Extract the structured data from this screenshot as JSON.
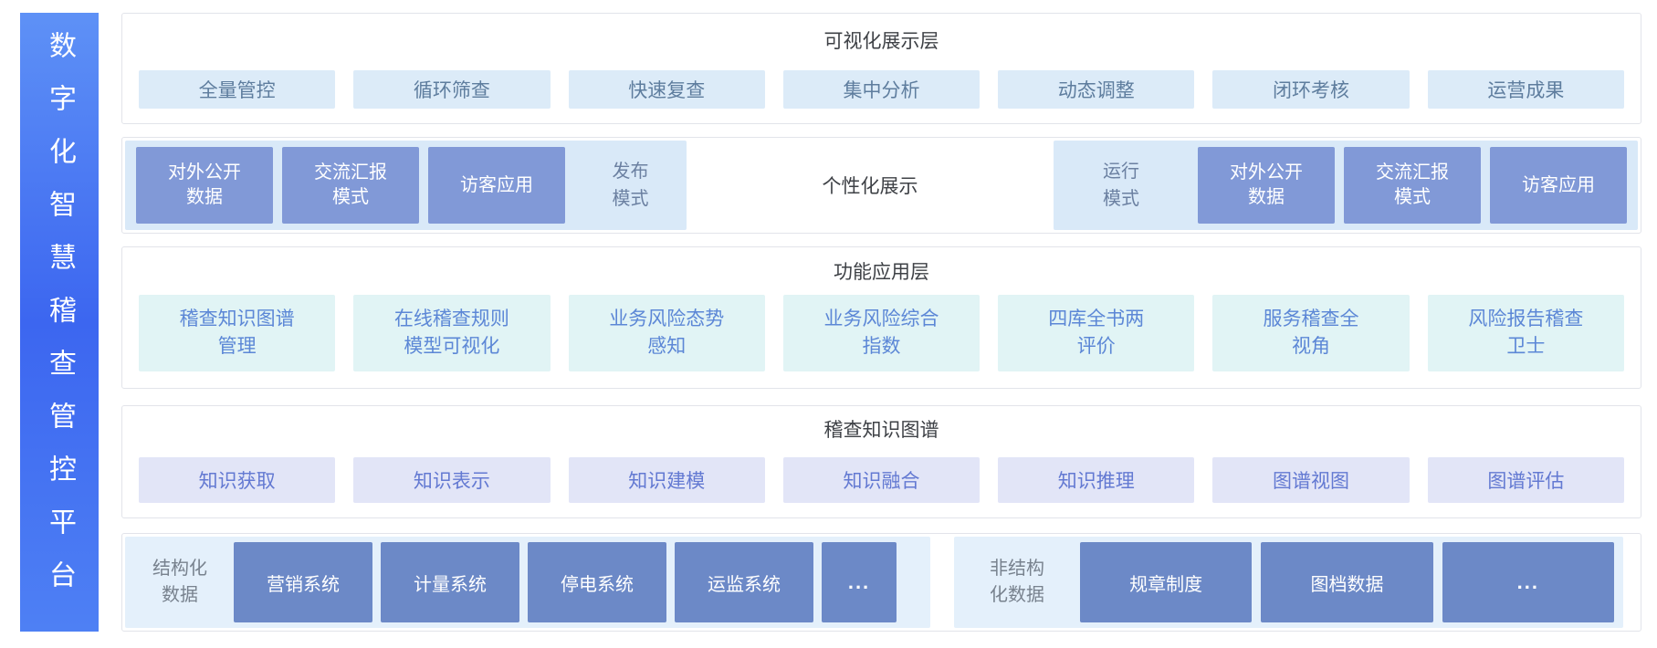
{
  "platform_title": "数字化智慧稽查管控平台",
  "colors": {
    "sidebar_gradient_top": "#5E91F6",
    "sidebar_gradient_bottom": "#4E80F4",
    "row_border": "#E2E4EA",
    "chip_blue_bg": "#DCEBF8",
    "chip_teal_bg": "#E1F4F5",
    "chip_lavender_bg": "#E2E5F7",
    "panel_blue_bg": "#D9E9F8",
    "panel_light_bg": "#E4F0FB",
    "dark_box_blue": "#8199D7",
    "dark_box_deep": "#6C89C7",
    "title_text": "#3E4146",
    "chip_text_blue": "#5C87D6"
  },
  "layers": {
    "visualization": {
      "title": "可视化展示层",
      "items": [
        "全量管控",
        "循环筛查",
        "快速复查",
        "集中分析",
        "动态调整",
        "闭环考核",
        "运营成果"
      ]
    },
    "display_modes": {
      "publish_group": {
        "label": "发布\n模式",
        "items": [
          "对外公开\n数据",
          "交流汇报\n模式",
          "访客应用"
        ]
      },
      "center_label": "个性化展示",
      "run_group": {
        "label": "运行\n模式",
        "items": [
          "对外公开\n数据",
          "交流汇报\n模式",
          "访客应用"
        ]
      }
    },
    "function_layer": {
      "title": "功能应用层",
      "items": [
        "稽查知识图谱\n管理",
        "在线稽查规则\n模型可视化",
        "业务风险态势\n感知",
        "业务风险综合\n指数",
        "四库全书两\n评价",
        "服务稽查全\n视角",
        "风险报告稽查\n卫士"
      ]
    },
    "knowledge_graph": {
      "title": "稽查知识图谱",
      "items": [
        "知识获取",
        "知识表示",
        "知识建模",
        "知识融合",
        "知识推理",
        "图谱视图",
        "图谱评估"
      ]
    },
    "data_sources": {
      "structured": {
        "label": "结构化\n数据",
        "items": [
          "营销系统",
          "计量系统",
          "停电系统",
          "运监系统",
          "..."
        ]
      },
      "unstructured": {
        "label": "非结构\n化数据",
        "items": [
          "规章制度",
          "图档数据",
          "..."
        ]
      }
    }
  }
}
